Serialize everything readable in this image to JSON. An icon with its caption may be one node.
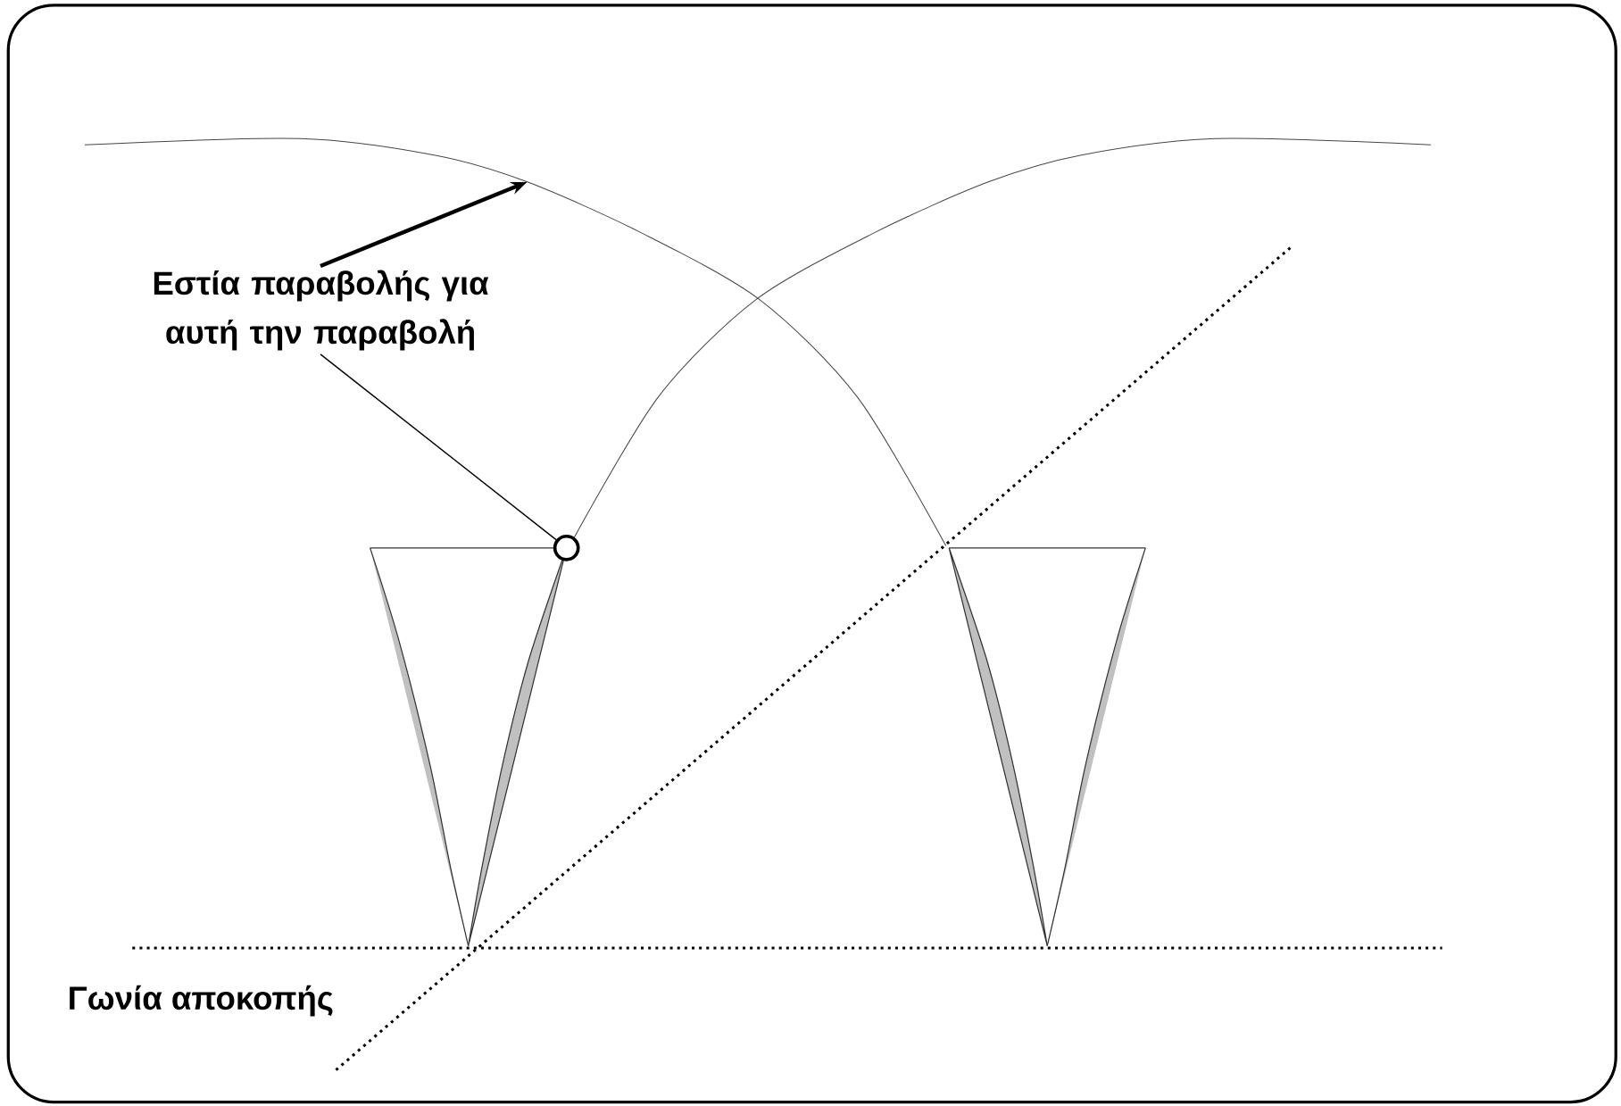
{
  "diagram": {
    "nodes": [
      {
        "text": [
          "Εστία παραβολής για αυτή την παραβολή"
        ]
      },
      {
        "text": [],
        "shape": "circle"
      }
    ],
    "edges": [
      {
        "from": 0,
        "to": null,
        "arrow": "to",
        "style": "thick"
      },
      {
        "from": 0,
        "to": 1,
        "arrow": "none"
      }
    ],
    "labels": [
      "Γωνία αποκοπής"
    ]
  }
}
